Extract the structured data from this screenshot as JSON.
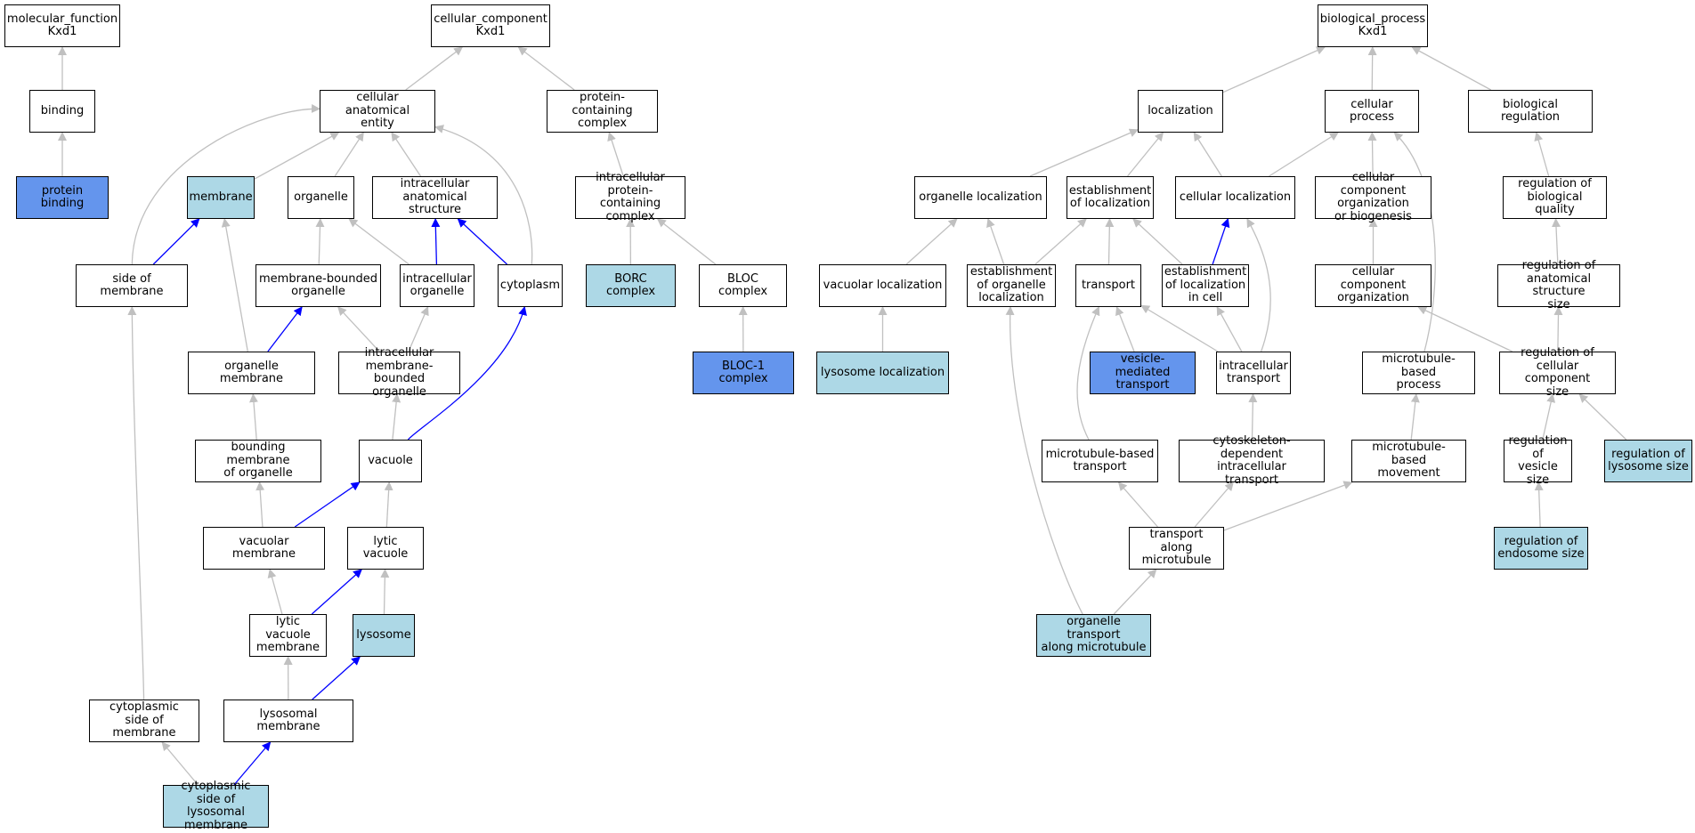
{
  "colors": {
    "default": "#ffffff",
    "light": "#add8e6",
    "dark": "#6495ed",
    "edge_grey": "#c0c0c0",
    "edge_blue": "#0000ff"
  },
  "nodes": {
    "mf_root": {
      "label": "molecular_function\nKxd1",
      "style": "default"
    },
    "binding": {
      "label": "binding",
      "style": "default"
    },
    "protein_binding": {
      "label": "protein binding",
      "style": "dark"
    },
    "cc_root": {
      "label": "cellular_component\nKxd1",
      "style": "default"
    },
    "cellular_anatomical_entity": {
      "label": "cellular anatomical\nentity",
      "style": "default"
    },
    "protein_containing_complex": {
      "label": "protein-containing\ncomplex",
      "style": "default"
    },
    "membrane": {
      "label": "membrane",
      "style": "light"
    },
    "organelle": {
      "label": "organelle",
      "style": "default"
    },
    "intracellular_anatomical_structure": {
      "label": "intracellular\nanatomical structure",
      "style": "default"
    },
    "intracellular_protein_containing_complex": {
      "label": "intracellular\nprotein-containing\ncomplex",
      "style": "default"
    },
    "side_of_membrane": {
      "label": "side of membrane",
      "style": "default"
    },
    "membrane_bounded_organelle": {
      "label": "membrane-bounded\norganelle",
      "style": "default"
    },
    "intracellular_organelle": {
      "label": "intracellular\norganelle",
      "style": "default"
    },
    "cytoplasm": {
      "label": "cytoplasm",
      "style": "default"
    },
    "borc_complex": {
      "label": "BORC complex",
      "style": "light"
    },
    "bloc_complex": {
      "label": "BLOC complex",
      "style": "default"
    },
    "organelle_membrane": {
      "label": "organelle membrane",
      "style": "default"
    },
    "intracellular_membrane_bounded_organelle": {
      "label": "intracellular\nmembrane-bounded\norganelle",
      "style": "default"
    },
    "bloc1_complex": {
      "label": "BLOC-1 complex",
      "style": "dark"
    },
    "bounding_membrane": {
      "label": "bounding membrane\nof organelle",
      "style": "default"
    },
    "vacuole": {
      "label": "vacuole",
      "style": "default"
    },
    "vacuolar_membrane": {
      "label": "vacuolar membrane",
      "style": "default"
    },
    "lytic_vacuole": {
      "label": "lytic vacuole",
      "style": "default"
    },
    "lytic_vacuole_membrane": {
      "label": "lytic vacuole\nmembrane",
      "style": "default"
    },
    "lysosome": {
      "label": "lysosome",
      "style": "light"
    },
    "cytoplasmic_side_of_membrane": {
      "label": "cytoplasmic\nside of membrane",
      "style": "default"
    },
    "lysosomal_membrane": {
      "label": "lysosomal membrane",
      "style": "default"
    },
    "cytoplasmic_side_of_lysosomal_membrane": {
      "label": "cytoplasmic\nside of lysosomal\nmembrane",
      "style": "light"
    },
    "bp_root": {
      "label": "biological_process\nKxd1",
      "style": "default"
    },
    "localization": {
      "label": "localization",
      "style": "default"
    },
    "cellular_process": {
      "label": "cellular process",
      "style": "default"
    },
    "biological_regulation": {
      "label": "biological regulation",
      "style": "default"
    },
    "organelle_localization": {
      "label": "organelle localization",
      "style": "default"
    },
    "establishment_of_localization": {
      "label": "establishment\nof localization",
      "style": "default"
    },
    "cellular_localization": {
      "label": "cellular localization",
      "style": "default"
    },
    "cellular_component_organization_or_biogenesis": {
      "label": "cellular component\norganization\nor biogenesis",
      "style": "default"
    },
    "regulation_of_biological_quality": {
      "label": "regulation of\nbiological quality",
      "style": "default"
    },
    "vacuolar_localization": {
      "label": "vacuolar localization",
      "style": "default"
    },
    "establishment_of_organelle_localization": {
      "label": "establishment\nof organelle\nlocalization",
      "style": "default"
    },
    "transport": {
      "label": "transport",
      "style": "default"
    },
    "establishment_of_localization_in_cell": {
      "label": "establishment\nof localization\nin cell",
      "style": "default"
    },
    "cellular_component_organization": {
      "label": "cellular component\norganization",
      "style": "default"
    },
    "regulation_of_anatomical_structure_size": {
      "label": "regulation of\nanatomical structure\nsize",
      "style": "default"
    },
    "lysosome_localization": {
      "label": "lysosome localization",
      "style": "light"
    },
    "vesicle_mediated_transport": {
      "label": "vesicle-mediated\ntransport",
      "style": "dark"
    },
    "intracellular_transport": {
      "label": "intracellular\ntransport",
      "style": "default"
    },
    "microtubule_based_process": {
      "label": "microtubule-based\nprocess",
      "style": "default"
    },
    "regulation_of_cellular_component_size": {
      "label": "regulation of\ncellular component\nsize",
      "style": "default"
    },
    "microtubule_based_transport": {
      "label": "microtubule-based\ntransport",
      "style": "default"
    },
    "cytoskeleton_dependent_intracellular_transport": {
      "label": "cytoskeleton-dependent\nintracellular\ntransport",
      "style": "default"
    },
    "microtubule_based_movement": {
      "label": "microtubule-based\nmovement",
      "style": "default"
    },
    "regulation_of_vesicle_size": {
      "label": "regulation of\nvesicle size",
      "style": "default"
    },
    "regulation_of_lysosome_size": {
      "label": "regulation of\nlysosome size",
      "style": "light"
    },
    "transport_along_microtubule": {
      "label": "transport along\nmicrotubule",
      "style": "default"
    },
    "regulation_of_endosome_size": {
      "label": "regulation of\nendosome size",
      "style": "light"
    },
    "organelle_transport_along_microtubule": {
      "label": "organelle transport\nalong microtubule",
      "style": "light"
    }
  },
  "edges": [
    {
      "from": "binding",
      "to": "mf_root",
      "kind": "is_a"
    },
    {
      "from": "protein_binding",
      "to": "binding",
      "kind": "is_a"
    },
    {
      "from": "cellular_anatomical_entity",
      "to": "cc_root",
      "kind": "is_a"
    },
    {
      "from": "protein_containing_complex",
      "to": "cc_root",
      "kind": "is_a"
    },
    {
      "from": "membrane",
      "to": "cellular_anatomical_entity",
      "kind": "is_a"
    },
    {
      "from": "organelle",
      "to": "cellular_anatomical_entity",
      "kind": "is_a"
    },
    {
      "from": "intracellular_anatomical_structure",
      "to": "cellular_anatomical_entity",
      "kind": "is_a"
    },
    {
      "from": "side_of_membrane",
      "to": "cellular_anatomical_entity",
      "kind": "is_a"
    },
    {
      "from": "cytoplasm",
      "to": "cellular_anatomical_entity",
      "kind": "is_a"
    },
    {
      "from": "intracellular_protein_containing_complex",
      "to": "protein_containing_complex",
      "kind": "is_a"
    },
    {
      "from": "side_of_membrane",
      "to": "membrane",
      "kind": "part_of"
    },
    {
      "from": "membrane_bounded_organelle",
      "to": "organelle",
      "kind": "is_a"
    },
    {
      "from": "intracellular_organelle",
      "to": "organelle",
      "kind": "is_a"
    },
    {
      "from": "intracellular_organelle",
      "to": "intracellular_anatomical_structure",
      "kind": "part_of"
    },
    {
      "from": "cytoplasm",
      "to": "intracellular_anatomical_structure",
      "kind": "part_of"
    },
    {
      "from": "borc_complex",
      "to": "intracellular_protein_containing_complex",
      "kind": "is_a"
    },
    {
      "from": "bloc_complex",
      "to": "intracellular_protein_containing_complex",
      "kind": "is_a"
    },
    {
      "from": "organelle_membrane",
      "to": "membrane",
      "kind": "is_a"
    },
    {
      "from": "organelle_membrane",
      "to": "membrane_bounded_organelle",
      "kind": "part_of"
    },
    {
      "from": "intracellular_membrane_bounded_organelle",
      "to": "membrane_bounded_organelle",
      "kind": "is_a"
    },
    {
      "from": "intracellular_membrane_bounded_organelle",
      "to": "intracellular_organelle",
      "kind": "is_a"
    },
    {
      "from": "bloc1_complex",
      "to": "bloc_complex",
      "kind": "is_a"
    },
    {
      "from": "bounding_membrane",
      "to": "organelle_membrane",
      "kind": "is_a"
    },
    {
      "from": "vacuole",
      "to": "intracellular_membrane_bounded_organelle",
      "kind": "is_a"
    },
    {
      "from": "vacuole",
      "to": "cytoplasm",
      "kind": "part_of"
    },
    {
      "from": "vacuolar_membrane",
      "to": "bounding_membrane",
      "kind": "is_a"
    },
    {
      "from": "vacuolar_membrane",
      "to": "vacuole",
      "kind": "part_of"
    },
    {
      "from": "lytic_vacuole",
      "to": "vacuole",
      "kind": "is_a"
    },
    {
      "from": "lytic_vacuole_membrane",
      "to": "vacuolar_membrane",
      "kind": "is_a"
    },
    {
      "from": "lytic_vacuole_membrane",
      "to": "lytic_vacuole",
      "kind": "part_of"
    },
    {
      "from": "lysosome",
      "to": "lytic_vacuole",
      "kind": "is_a"
    },
    {
      "from": "cytoplasmic_side_of_membrane",
      "to": "side_of_membrane",
      "kind": "is_a"
    },
    {
      "from": "lysosomal_membrane",
      "to": "lytic_vacuole_membrane",
      "kind": "is_a"
    },
    {
      "from": "lysosomal_membrane",
      "to": "lysosome",
      "kind": "part_of"
    },
    {
      "from": "cytoplasmic_side_of_lysosomal_membrane",
      "to": "cytoplasmic_side_of_membrane",
      "kind": "is_a"
    },
    {
      "from": "cytoplasmic_side_of_lysosomal_membrane",
      "to": "lysosomal_membrane",
      "kind": "part_of"
    },
    {
      "from": "localization",
      "to": "bp_root",
      "kind": "is_a"
    },
    {
      "from": "cellular_process",
      "to": "bp_root",
      "kind": "is_a"
    },
    {
      "from": "biological_regulation",
      "to": "bp_root",
      "kind": "is_a"
    },
    {
      "from": "organelle_localization",
      "to": "localization",
      "kind": "is_a"
    },
    {
      "from": "establishment_of_localization",
      "to": "localization",
      "kind": "is_a"
    },
    {
      "from": "cellular_localization",
      "to": "localization",
      "kind": "is_a"
    },
    {
      "from": "cellular_localization",
      "to": "cellular_process",
      "kind": "is_a"
    },
    {
      "from": "cellular_component_organization_or_biogenesis",
      "to": "cellular_process",
      "kind": "is_a"
    },
    {
      "from": "microtubule_based_process",
      "to": "cellular_process",
      "kind": "is_a"
    },
    {
      "from": "regulation_of_biological_quality",
      "to": "biological_regulation",
      "kind": "is_a"
    },
    {
      "from": "vacuolar_localization",
      "to": "organelle_localization",
      "kind": "is_a"
    },
    {
      "from": "establishment_of_organelle_localization",
      "to": "organelle_localization",
      "kind": "is_a"
    },
    {
      "from": "establishment_of_organelle_localization",
      "to": "establishment_of_localization",
      "kind": "is_a"
    },
    {
      "from": "transport",
      "to": "establishment_of_localization",
      "kind": "is_a"
    },
    {
      "from": "establishment_of_localization_in_cell",
      "to": "establishment_of_localization",
      "kind": "is_a"
    },
    {
      "from": "establishment_of_localization_in_cell",
      "to": "cellular_localization",
      "kind": "part_of"
    },
    {
      "from": "intracellular_transport",
      "to": "cellular_localization",
      "kind": "is_a"
    },
    {
      "from": "cellular_component_organization",
      "to": "cellular_component_organization_or_biogenesis",
      "kind": "is_a"
    },
    {
      "from": "regulation_of_anatomical_structure_size",
      "to": "regulation_of_biological_quality",
      "kind": "is_a"
    },
    {
      "from": "lysosome_localization",
      "to": "vacuolar_localization",
      "kind": "is_a"
    },
    {
      "from": "vesicle_mediated_transport",
      "to": "transport",
      "kind": "is_a"
    },
    {
      "from": "intracellular_transport",
      "to": "transport",
      "kind": "is_a"
    },
    {
      "from": "intracellular_transport",
      "to": "establishment_of_localization_in_cell",
      "kind": "is_a"
    },
    {
      "from": "regulation_of_cellular_component_size",
      "to": "regulation_of_anatomical_structure_size",
      "kind": "is_a"
    },
    {
      "from": "regulation_of_cellular_component_size",
      "to": "cellular_component_organization",
      "kind": "is_a"
    },
    {
      "from": "microtubule_based_transport",
      "to": "transport",
      "kind": "is_a"
    },
    {
      "from": "cytoskeleton_dependent_intracellular_transport",
      "to": "intracellular_transport",
      "kind": "is_a"
    },
    {
      "from": "microtubule_based_movement",
      "to": "microtubule_based_process",
      "kind": "is_a"
    },
    {
      "from": "regulation_of_vesicle_size",
      "to": "regulation_of_cellular_component_size",
      "kind": "is_a"
    },
    {
      "from": "regulation_of_lysosome_size",
      "to": "regulation_of_cellular_component_size",
      "kind": "is_a"
    },
    {
      "from": "transport_along_microtubule",
      "to": "microtubule_based_transport",
      "kind": "is_a"
    },
    {
      "from": "transport_along_microtubule",
      "to": "cytoskeleton_dependent_intracellular_transport",
      "kind": "is_a"
    },
    {
      "from": "transport_along_microtubule",
      "to": "microtubule_based_movement",
      "kind": "is_a"
    },
    {
      "from": "regulation_of_endosome_size",
      "to": "regulation_of_vesicle_size",
      "kind": "is_a"
    },
    {
      "from": "organelle_transport_along_microtubule",
      "to": "transport_along_microtubule",
      "kind": "is_a"
    },
    {
      "from": "organelle_transport_along_microtubule",
      "to": "establishment_of_organelle_localization",
      "kind": "is_a"
    }
  ]
}
